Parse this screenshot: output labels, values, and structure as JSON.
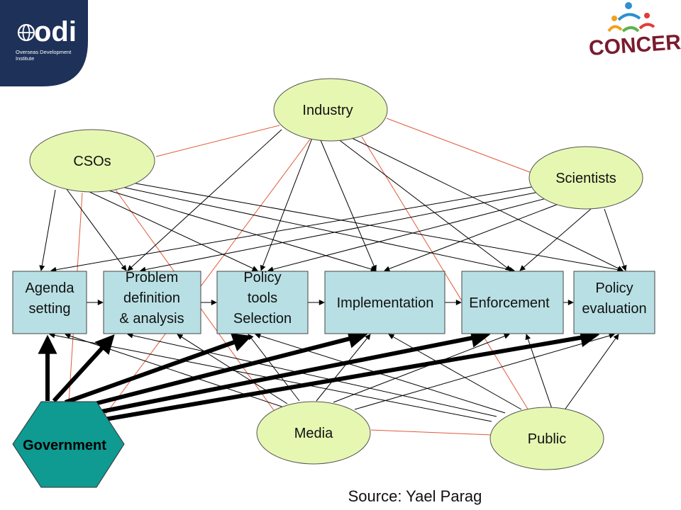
{
  "logos": {
    "odi": {
      "name": "odi",
      "line1": "Overseas Development",
      "line2": "Institute",
      "bg_color": "#1d3159"
    },
    "concern": {
      "name": "CONCERN",
      "color": "#7a1b2e"
    }
  },
  "actors": {
    "industry": {
      "label": "Industry"
    },
    "csos": {
      "label": "CSOs"
    },
    "scientists": {
      "label": "Scientists"
    },
    "media": {
      "label": "Media"
    },
    "public": {
      "label": "Public"
    },
    "government": {
      "label": "Government"
    }
  },
  "stages": [
    {
      "id": "agenda",
      "lines": [
        "Agenda",
        "setting"
      ]
    },
    {
      "id": "problem",
      "lines": [
        "Problem",
        "definition",
        "& analysis"
      ]
    },
    {
      "id": "tools",
      "lines": [
        "Policy",
        "tools",
        "Selection"
      ]
    },
    {
      "id": "implementation",
      "lines": [
        "Implementation"
      ]
    },
    {
      "id": "enforcement",
      "lines": [
        "Enforcement"
      ]
    },
    {
      "id": "evaluation",
      "lines": [
        "Policy",
        "evaluation"
      ]
    }
  ],
  "source": "Source: Yael Parag",
  "colors": {
    "ellipse_fill": "#e6f7b2",
    "box_fill": "#b8e0e4",
    "government_fill": "#0f9a92",
    "red_line": "#e05a38",
    "arrow": "#000000"
  }
}
